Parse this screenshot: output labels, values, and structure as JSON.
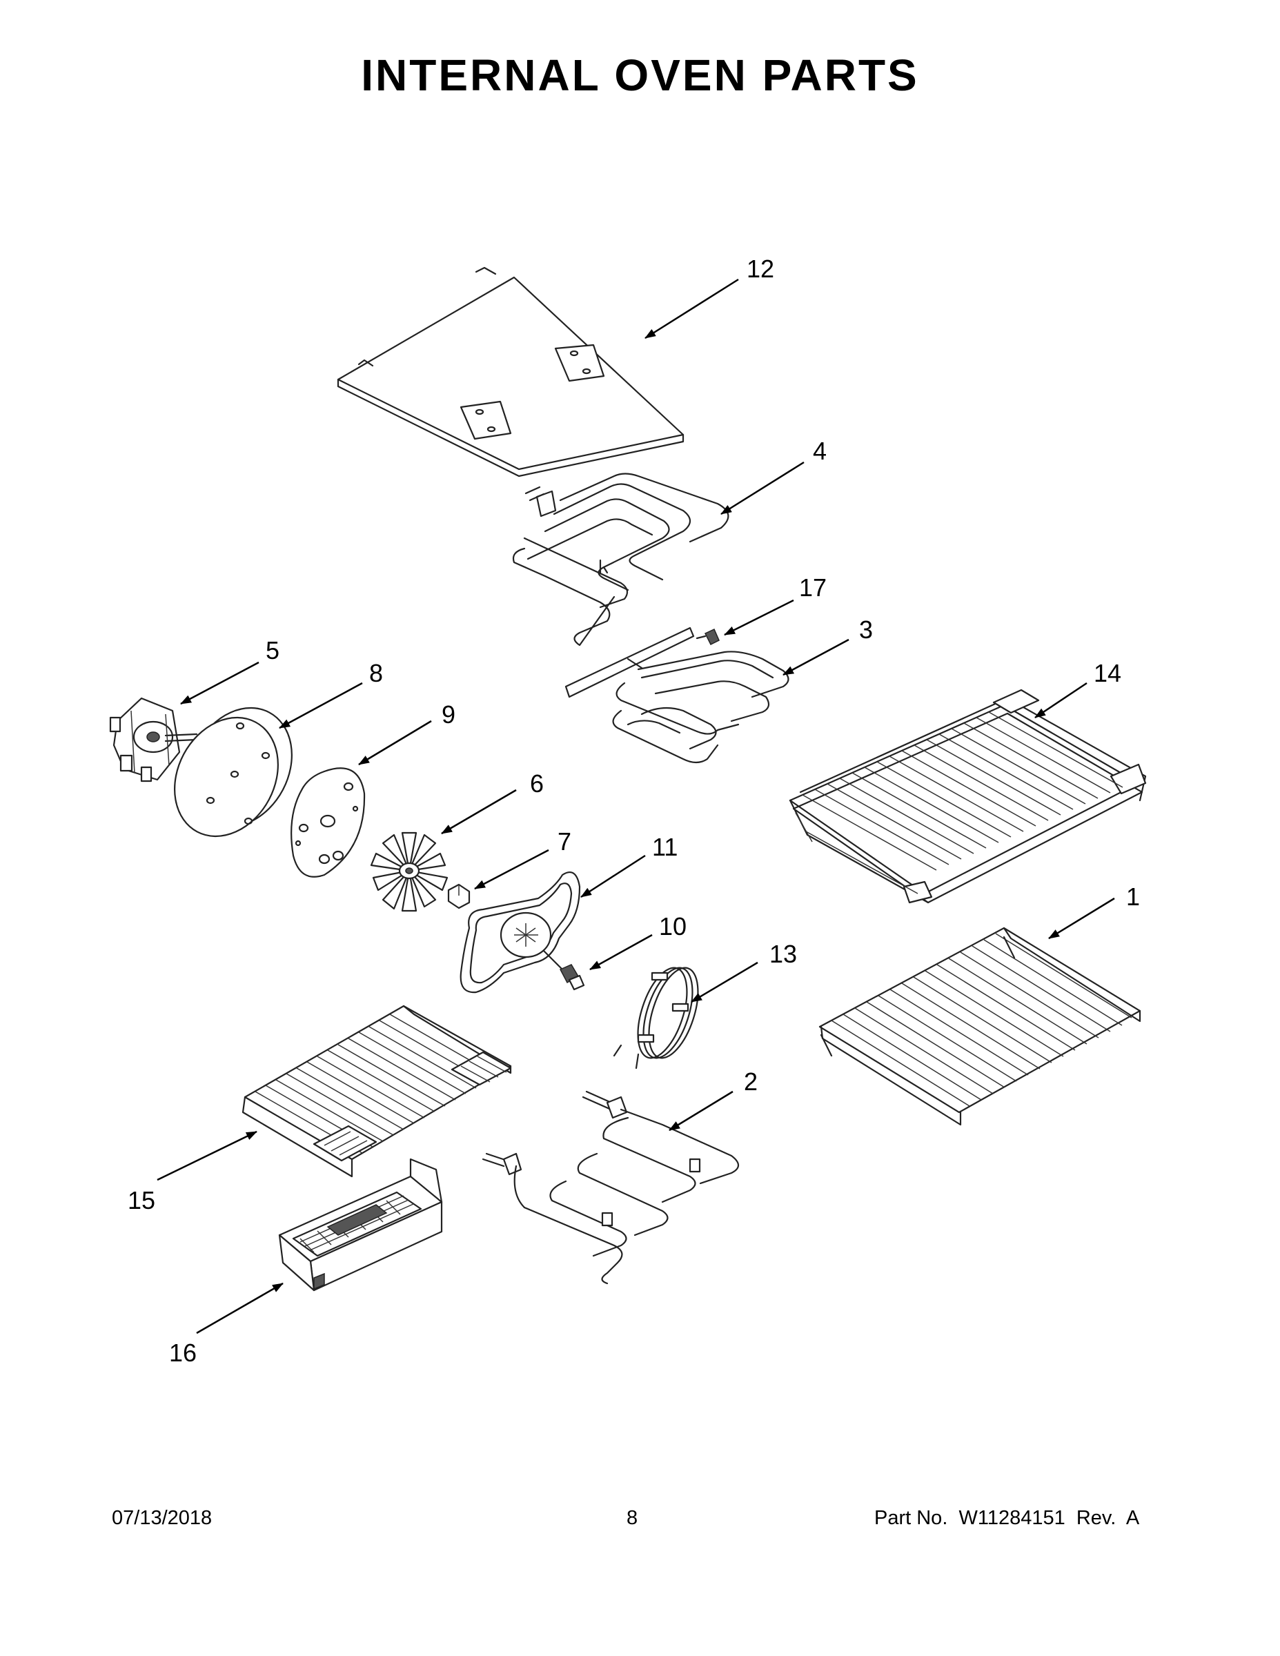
{
  "title": "INTERNAL OVEN PARTS",
  "footer": {
    "date": "07/13/2018",
    "page": "8",
    "part_number": "Part No.  W11284151  Rev.  A"
  },
  "callouts": [
    {
      "id": "12",
      "label": "12"
    },
    {
      "id": "4",
      "label": "4"
    },
    {
      "id": "17",
      "label": "17"
    },
    {
      "id": "3",
      "label": "3"
    },
    {
      "id": "5",
      "label": "5"
    },
    {
      "id": "8",
      "label": "8"
    },
    {
      "id": "9",
      "label": "9"
    },
    {
      "id": "14",
      "label": "14"
    },
    {
      "id": "6",
      "label": "6"
    },
    {
      "id": "7",
      "label": "7"
    },
    {
      "id": "11",
      "label": "11"
    },
    {
      "id": "1",
      "label": "1"
    },
    {
      "id": "10",
      "label": "10"
    },
    {
      "id": "13",
      "label": "13"
    },
    {
      "id": "2",
      "label": "2"
    },
    {
      "id": "15",
      "label": "15"
    },
    {
      "id": "16",
      "label": "16"
    }
  ]
}
